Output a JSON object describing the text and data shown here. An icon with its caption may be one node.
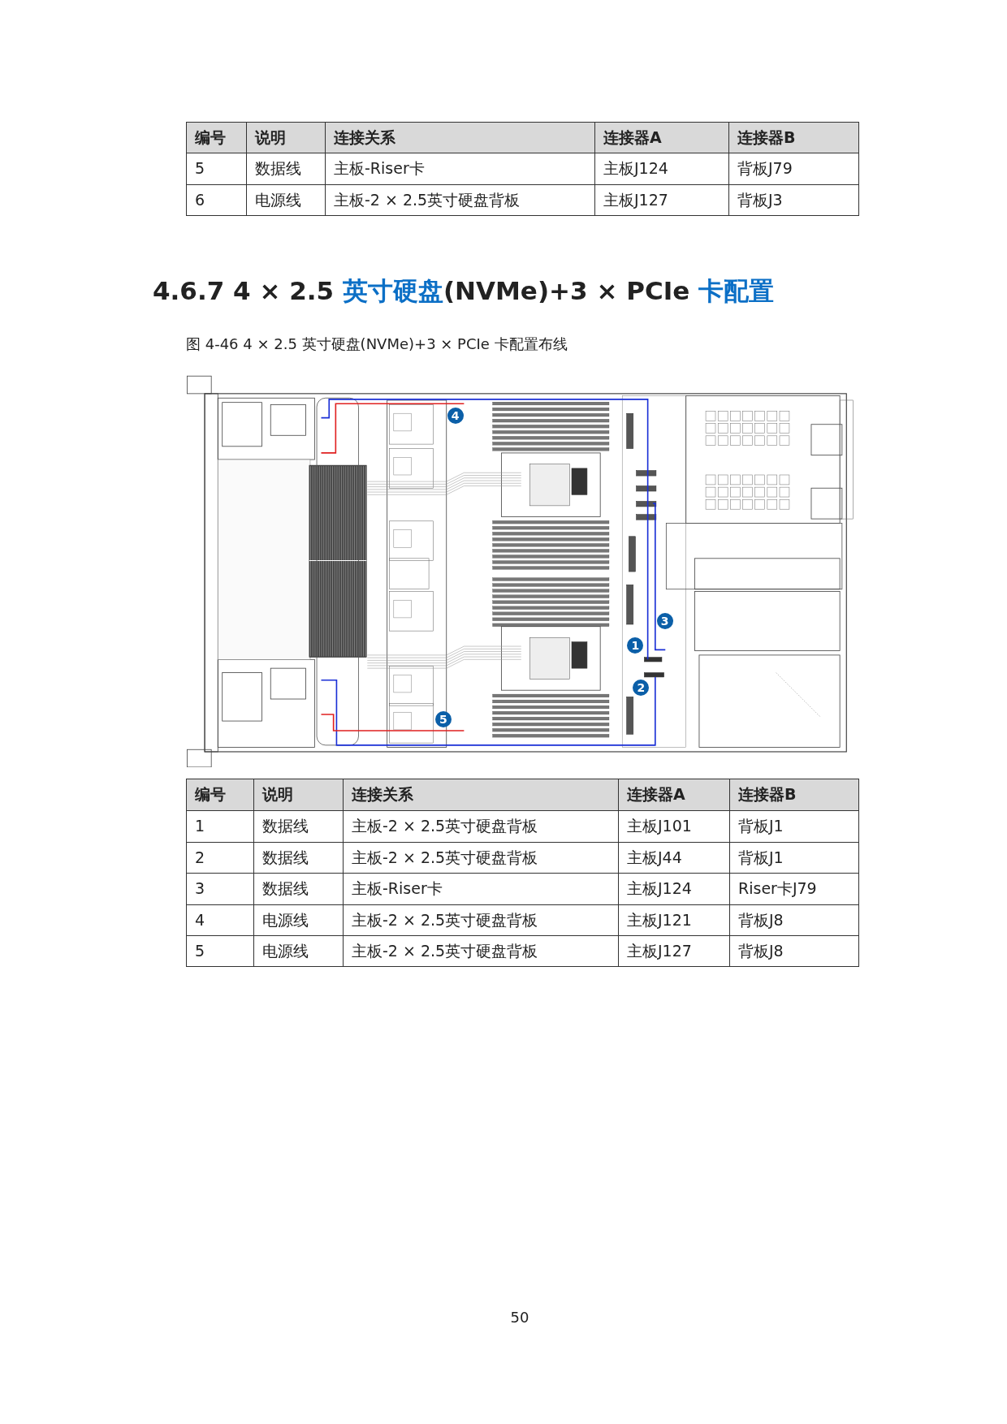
{
  "diagram": {
    "title": "4.6.7 4 × 2.5 英寸硬盘(NVMe)+3 × PCIe 卡配置",
    "caption": "图 4-46 4 × 2.5 英寸硬盘(NVMe)+3 × PCIe 卡配置布线",
    "labels": [
      "编号",
      "说明",
      "连接关系",
      "连接器A",
      "连接器B",
      "5",
      "数据线",
      "主板-Riser卡",
      "主板J124",
      "背板J79",
      "6",
      "电源线",
      "主板-2 × 2.5英寸硬盘背板",
      "主板J127",
      "背板J3",
      "4",
      "3",
      "1",
      "2",
      "5",
      "编号",
      "说明",
      "连接关系",
      "连接器A",
      "连接器B",
      "1",
      "数据线",
      "主板-2 × 2.5英寸硬盘背板",
      "主板J101",
      "背板J1",
      "2",
      "数据线",
      "主板-2 × 2.5英寸硬盘背板",
      "主板J44",
      "背板J1",
      "3",
      "数据线",
      "主板-Riser卡",
      "主板J124",
      "Riser卡J79",
      "4",
      "电源线",
      "主板-2 × 2.5英寸硬盘背板",
      "主板J121",
      "背板J8",
      "5",
      "电源线",
      "主板-2 × 2.5英寸硬盘背板",
      "主板J127",
      "背板J8",
      "50"
    ]
  }
}
